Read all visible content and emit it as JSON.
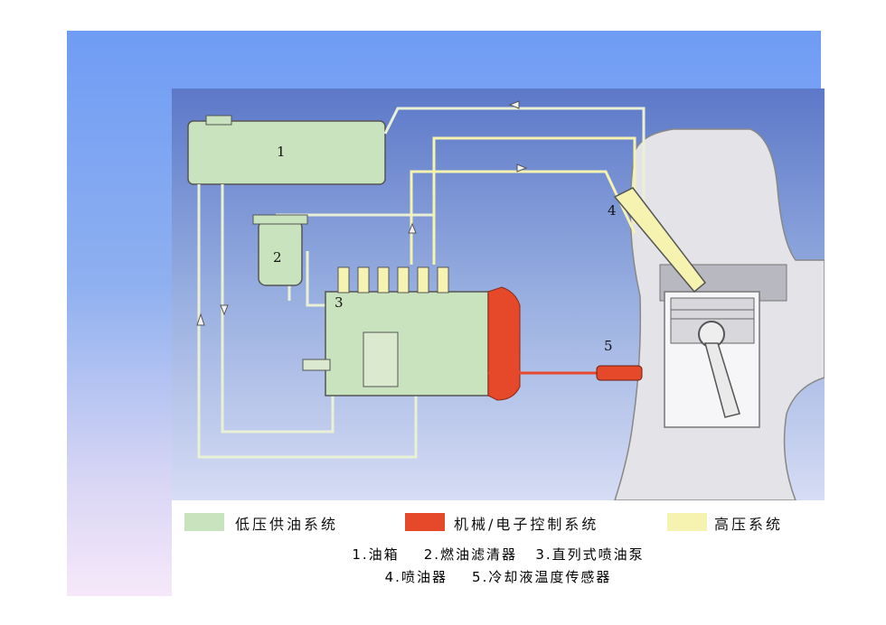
{
  "labels": {
    "tank_num": "1",
    "filter_num": "2",
    "pump_num": "3",
    "injector_num": "4",
    "sensor_num": "5"
  },
  "legend": [
    {
      "label": "低压供油系统",
      "color": "#c9e3bf"
    },
    {
      "label": "机械/电子控制系统",
      "color": "#e6482a"
    },
    {
      "label": "高压系统",
      "color": "#f6f2b0"
    }
  ],
  "parts": {
    "line1": "1.油箱    2.燃油滤清器   3.直列式喷油泵",
    "line2": "4.喷油器    5.冷却液温度传感器"
  }
}
